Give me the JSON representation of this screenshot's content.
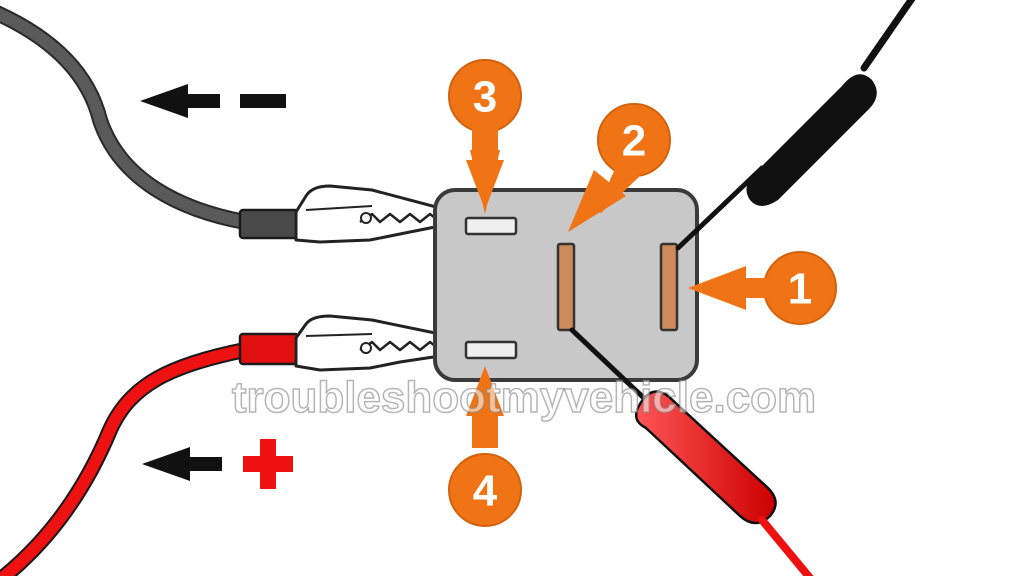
{
  "polarity": {
    "negative_sign": "−",
    "positive_sign": "+"
  },
  "terminals": {
    "t1": "1",
    "t2": "2",
    "t3": "3",
    "t4": "4"
  },
  "watermark": "troubleshootmyvehicle.com",
  "colors": {
    "callout": "#f07415",
    "callout_dark": "#c45a0a",
    "relay_body": "#c8c8c8",
    "relay_border": "#3a3a3a",
    "pin_power": "#cd8a5a",
    "pin_low": "#f0f0f0",
    "wire_negative": "#555555",
    "wire_positive": "#ee1111",
    "probe_black": "#111111",
    "probe_red": "#ee1111",
    "sign_negative": "#111111",
    "sign_positive": "#ee1111"
  },
  "icons": {
    "arrow_left": "arrow-left-icon",
    "clip": "alligator-clip-icon"
  }
}
